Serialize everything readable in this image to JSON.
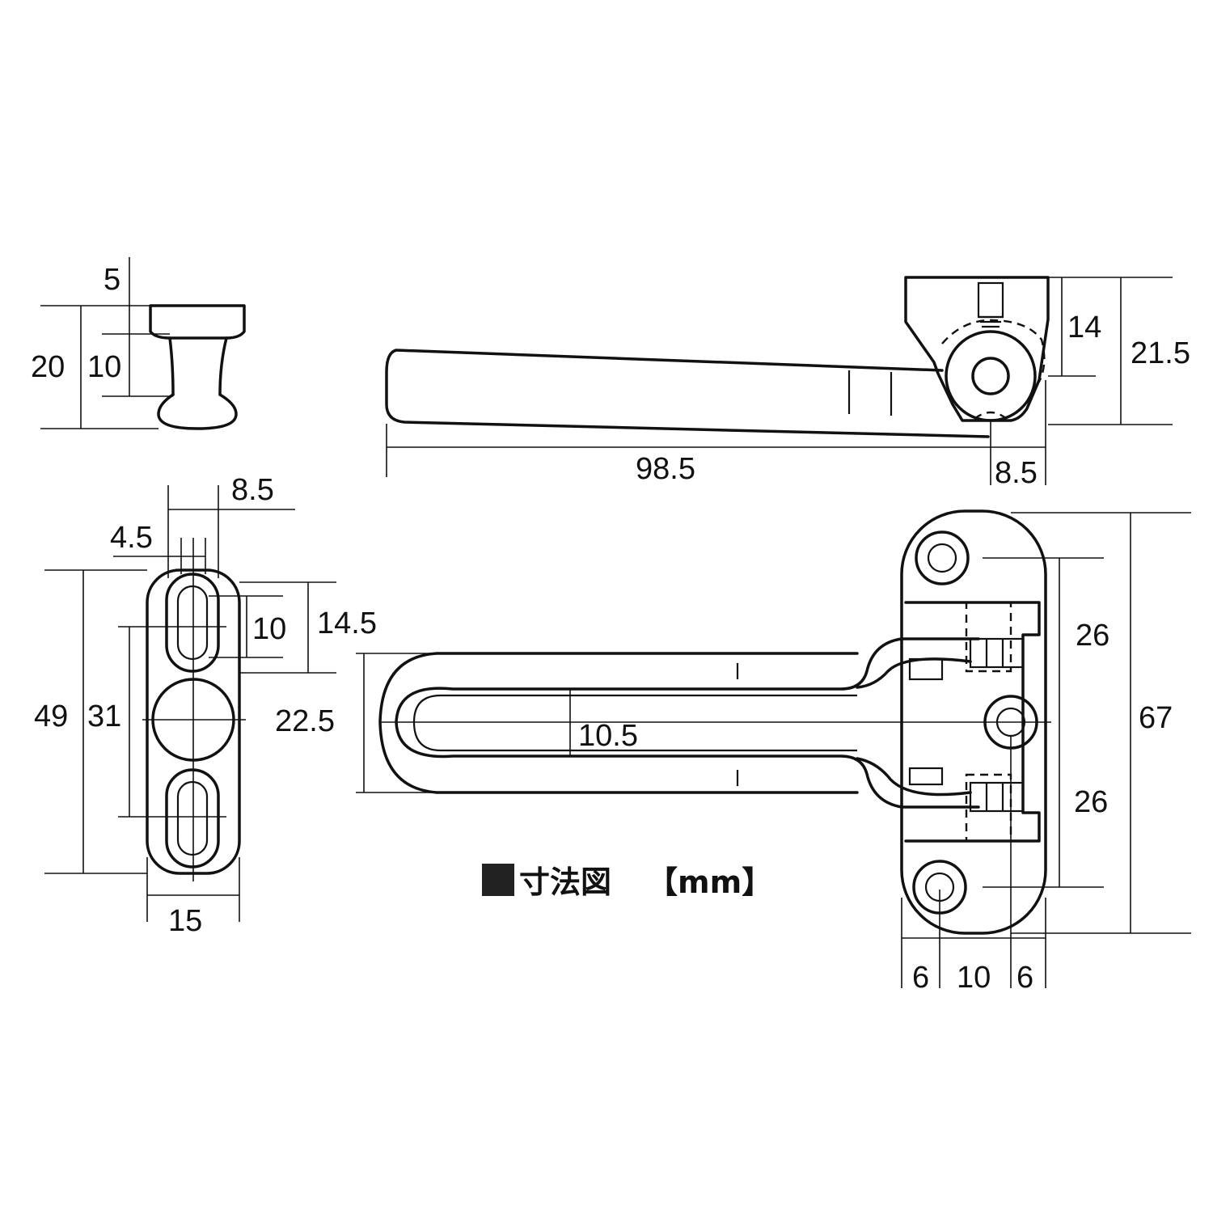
{
  "knob_view": {
    "dims": {
      "top": "5",
      "height": "20",
      "neck": "10"
    }
  },
  "side_view": {
    "dims": {
      "length": "98.5",
      "pivot_offset": "8.5",
      "height": "21.5",
      "pivot_height": "14"
    }
  },
  "keeper_view": {
    "dims": {
      "hole_offset": "8.5",
      "slot_width": "4.5",
      "height": "49",
      "slot_spacing": "31",
      "slot_length": "10",
      "slot_pitch": "14.5",
      "width": "15"
    }
  },
  "bar_view": {
    "dims": {
      "bar_width": "22.5",
      "inner_gap": "10.5",
      "upper_spacing": "26",
      "lower_spacing": "26",
      "height": "67",
      "left_margin": "6",
      "hole_spacing": "10",
      "right_margin": "6"
    }
  },
  "legend": {
    "title": "寸法図",
    "unit": "【mm】"
  }
}
